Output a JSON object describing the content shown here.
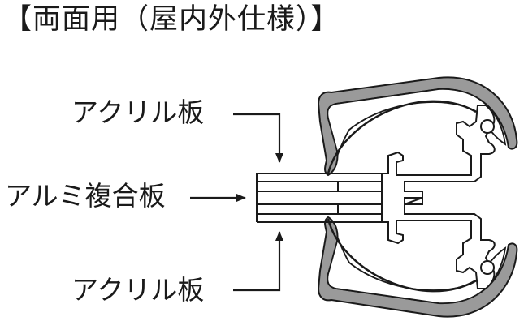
{
  "title": "【両面用（屋内外仕様）】",
  "labels": {
    "acrylic_top": "アクリル板",
    "aluminum_composite": "アルミ複合板",
    "acrylic_bottom": "アクリル板"
  },
  "colors": {
    "ink": "#1a1a1a",
    "frame_fill": "#9a9a9a",
    "background": "#ffffff"
  }
}
